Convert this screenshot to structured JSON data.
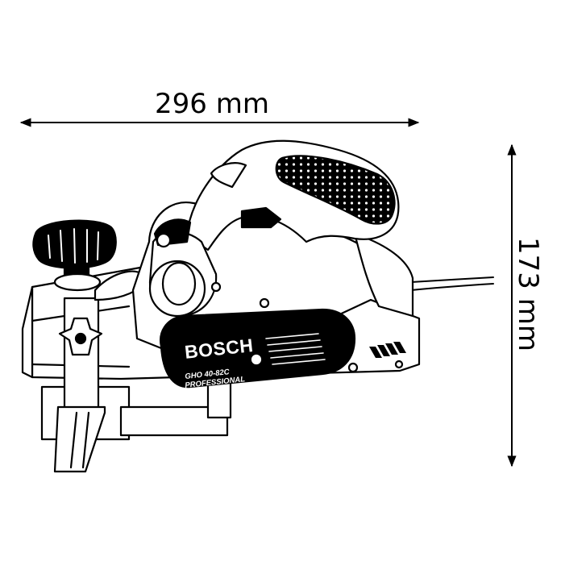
{
  "dimensions": {
    "width_label": "296 mm",
    "height_label": "173 mm"
  },
  "product": {
    "brand": "BOSCH",
    "model": "GHO 40-82C",
    "series": "PROFESSIONAL"
  },
  "colors": {
    "line": "#000000",
    "fill": "#ffffff"
  }
}
